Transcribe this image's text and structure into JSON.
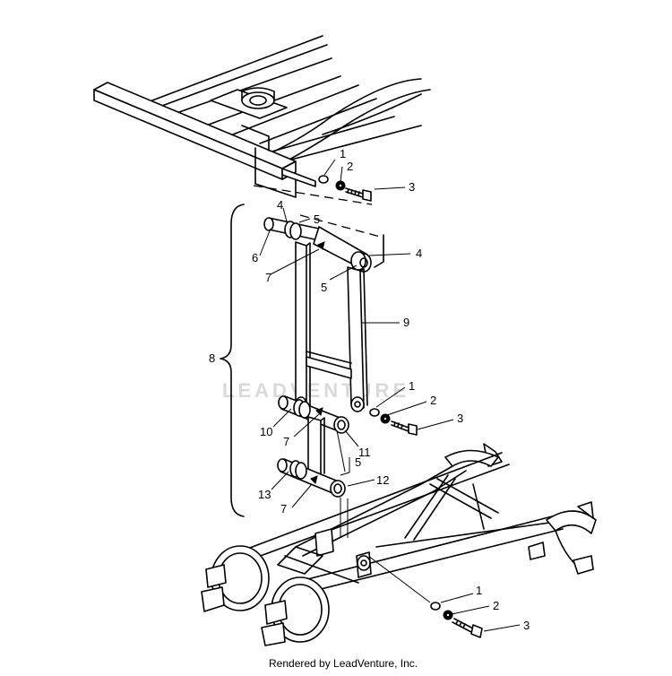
{
  "watermark": "LEADVENTURE",
  "credit": "Rendered by LeadVenture, Inc.",
  "callouts": {
    "c1a": "1",
    "c2a": "2",
    "c3a": "3",
    "c4a": "4",
    "c5a": "5",
    "c6": "6",
    "c7a": "7",
    "c4b": "4",
    "c5b": "5",
    "c9": "9",
    "c8": "8",
    "c1b": "1",
    "c2b": "2",
    "c3b": "3",
    "c10": "10",
    "c7b": "7",
    "c11": "11",
    "c5c": "5",
    "c13": "13",
    "c12": "12",
    "c7c": "7",
    "c1c": "1",
    "c2c": "2",
    "c3c": "3"
  }
}
